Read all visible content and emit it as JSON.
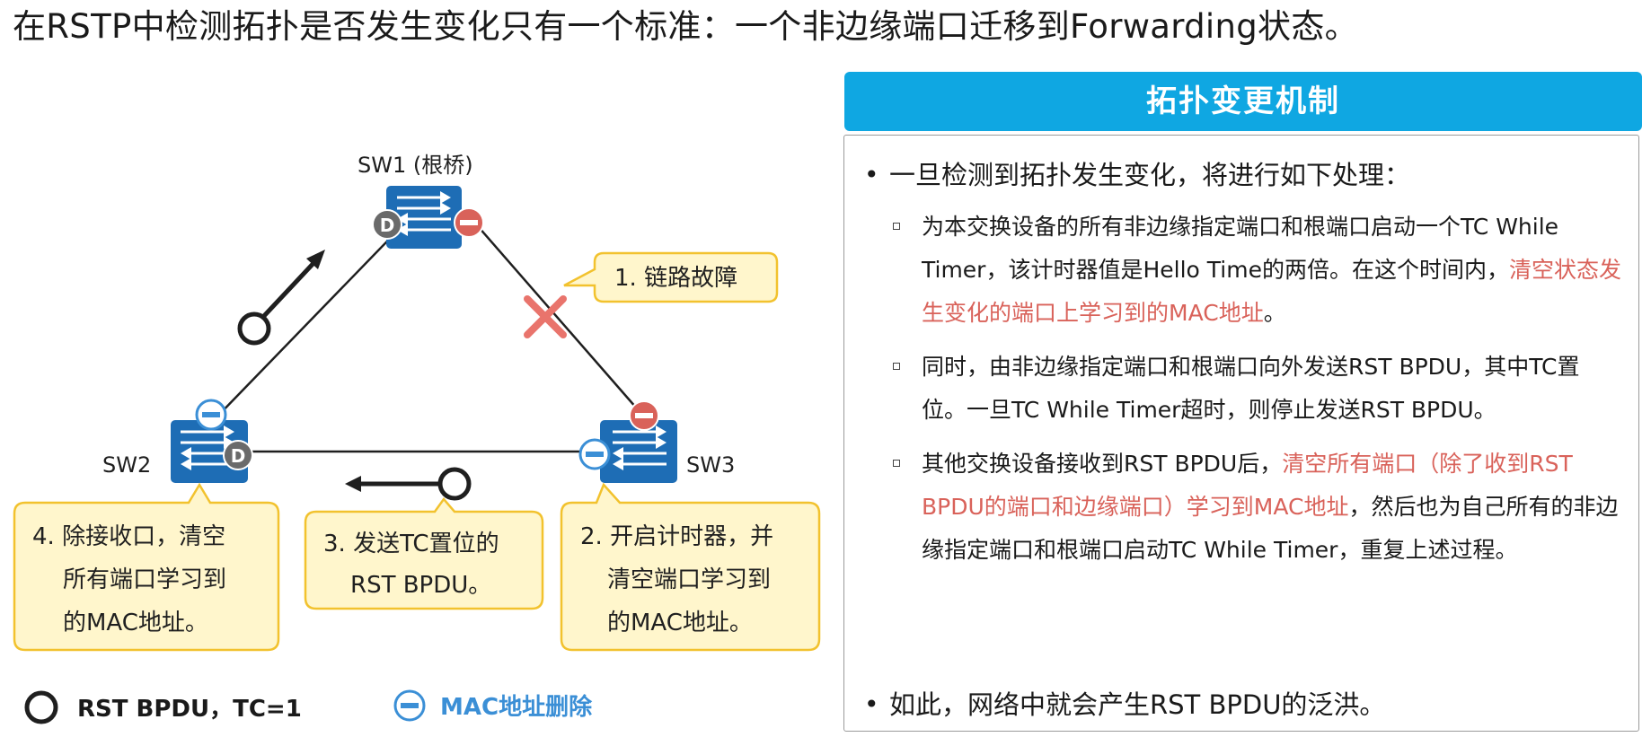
{
  "title": "在RSTP中检测拓扑是否发生变化只有一个标准：一个非边缘端口迁移到Forwarding状态。",
  "diagram": {
    "switches": {
      "sw1": "SW1 (根桥)",
      "sw2": "SW2",
      "sw3": "SW3"
    },
    "callouts": {
      "c1": [
        "1. 链路故障"
      ],
      "c2": [
        "2. 开启计时器，并",
        "清空端口学习到",
        "的MAC地址。"
      ],
      "c3": [
        "3. 发送TC置位的",
        "RST BPDU。"
      ],
      "c4": [
        "4. 除接收口，清空",
        "所有端口学习到",
        "的MAC地址。"
      ]
    },
    "port_role_letter": "D",
    "legend": {
      "bpdu": "RST BPDU，TC=1",
      "mac_delete": "MAC地址删除"
    },
    "colors": {
      "switch_blue": "#1e6db5",
      "mac_delete_blue": "#3b8fd6",
      "mac_delete_red": "#d9625a",
      "callout_fill": "#fff6cc",
      "callout_border": "#f2c22e",
      "fault_x": "#e9746c"
    }
  },
  "panel": {
    "header": "拓扑变更机制",
    "intro": "一旦检测到拓扑发生变化，将进行如下处理：",
    "item1": {
      "pre": "为本交换设备的所有非边缘指定端口和根端口启动一个TC While Timer，该计时器值是Hello Time的两倍。在这个时间内，",
      "highlight": "清空状态发生变化的端口上学习到的MAC地址",
      "post": "。"
    },
    "item2": "同时，由非边缘指定端口和根端口向外发送RST  BPDU，其中TC置位。一旦TC While Timer超时，则停止发送RST BPDU。",
    "item3": {
      "pre": "其他交换设备接收到RST  BPDU后，",
      "highlight": "清空所有端口（除了收到RST  BPDU的端口和边缘端口）学习到MAC地址",
      "post": "，然后也为自己所有的非边缘指定端口和根端口启动TC While Timer，重复上述过程。"
    },
    "outro": "如此，网络中就会产生RST BPDU的泛洪。"
  }
}
